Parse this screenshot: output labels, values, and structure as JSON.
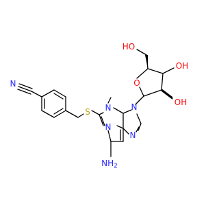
{
  "colors": {
    "bond": "#000000",
    "nitrogen": "#2a2aff",
    "oxygen": "#ff0d0d",
    "sulfur": "#b8a01c"
  },
  "atoms": {
    "nitrile_n": "N",
    "sulfur": "S",
    "purine_n1": "N",
    "purine_n3": "N",
    "purine_n7": "N",
    "purine_n9": "N",
    "amino": "NH",
    "amino_sub": "2",
    "ring_o": "O",
    "hydroxyl_ch2": "HO",
    "hydroxyl_3": "OH",
    "hydroxyl_2": "OH"
  }
}
